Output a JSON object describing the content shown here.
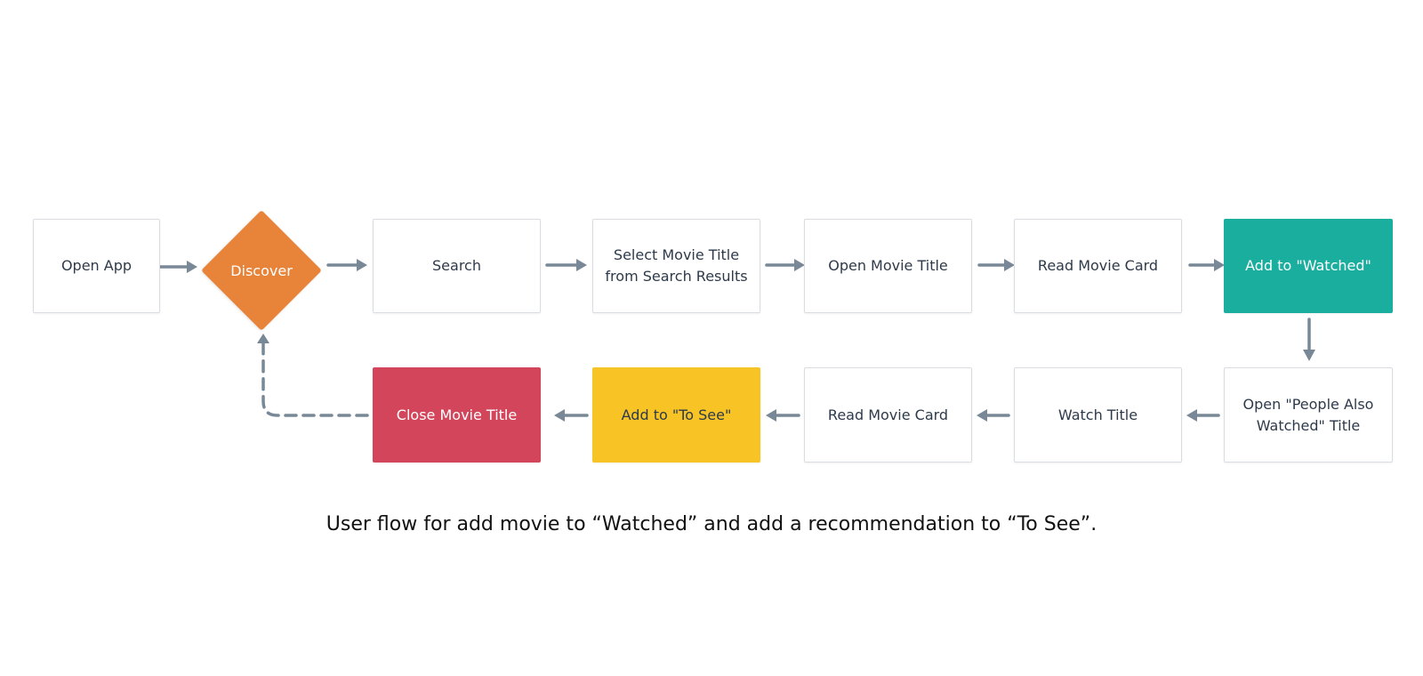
{
  "nodes": {
    "open_app": "Open App",
    "discover": "Discover",
    "search": "Search",
    "select_movie_title": "Select Movie Title\nfrom Search Results",
    "open_movie_title": "Open Movie Title",
    "read_movie_card_1": "Read Movie Card",
    "add_to_watched": "Add to \"Watched\"",
    "open_people_also_watched": "Open \"People Also\nWatched\" Title",
    "watch_title": "Watch Title",
    "read_movie_card_2": "Read Movie Card",
    "add_to_see": "Add to \"To See\"",
    "close_movie_title": "Close Movie Title"
  },
  "caption": "User flow for add movie to “Watched” and add a recommendation to “To See”.",
  "colors": {
    "discover": "#e8833a",
    "add_to_watched": "#1aae9f",
    "add_to_see": "#f7c325",
    "close_movie_title": "#d3455b",
    "connector": "#788896"
  }
}
